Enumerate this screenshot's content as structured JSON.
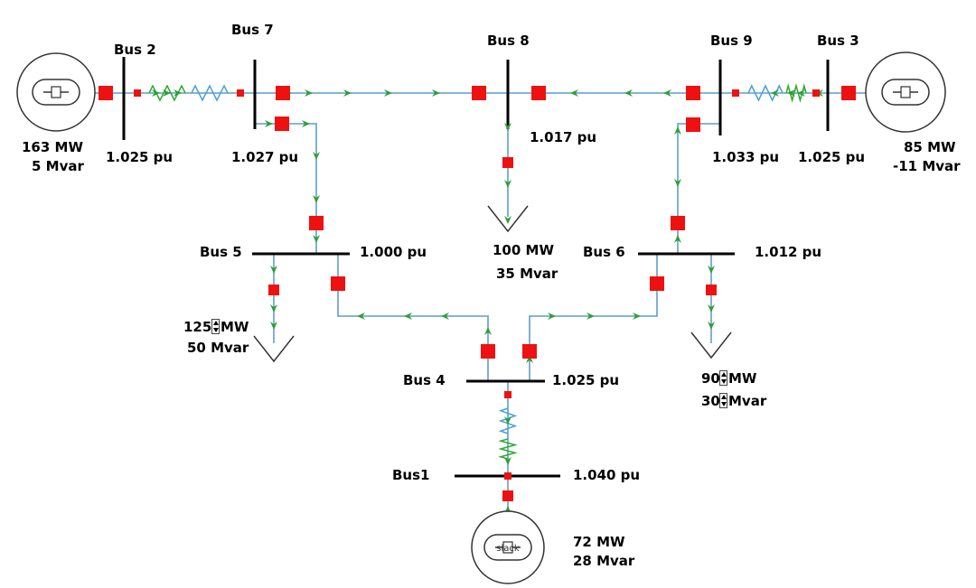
{
  "buses": {
    "bus1": {
      "name": "Bus1",
      "voltage": "1.040 pu"
    },
    "bus2": {
      "name": "Bus 2",
      "voltage": "1.025 pu"
    },
    "bus3": {
      "name": "Bus 3",
      "voltage": "1.025 pu"
    },
    "bus4": {
      "name": "Bus 4",
      "voltage": "1.025 pu"
    },
    "bus5": {
      "name": "Bus 5",
      "voltage": "1.000 pu"
    },
    "bus6": {
      "name": "Bus 6",
      "voltage": "1.012 pu"
    },
    "bus7": {
      "name": "Bus 7",
      "voltage": "1.027 pu"
    },
    "bus8": {
      "name": "Bus 8",
      "voltage": "1.017 pu"
    },
    "bus9": {
      "name": "Bus 9",
      "voltage": "1.033 pu"
    }
  },
  "generators": {
    "gen1": {
      "mw": "72 MW",
      "mvar": "28 Mvar",
      "label": "slack"
    },
    "gen2": {
      "mw": "163 MW",
      "mvar": "5 Mvar"
    },
    "gen3": {
      "mw": "85 MW",
      "mvar": "-11 Mvar"
    }
  },
  "loads": {
    "load5": {
      "mw_value": "125",
      "mw_unit": "MW",
      "mvar": "50 Mvar"
    },
    "load6": {
      "mw_value": "90",
      "mw_unit": "MW",
      "mvar_value": "30",
      "mvar_unit": "Mvar"
    },
    "load8": {
      "mw": "100 MW",
      "mvar": "35 Mvar"
    }
  },
  "colors": {
    "line": "#5f9ec8",
    "breaker": "#ee1111",
    "arrow": "#2e9e35",
    "bus": "#000000",
    "transformer_primary": "#2eaa2e",
    "transformer_secondary": "#4a9fd6"
  }
}
